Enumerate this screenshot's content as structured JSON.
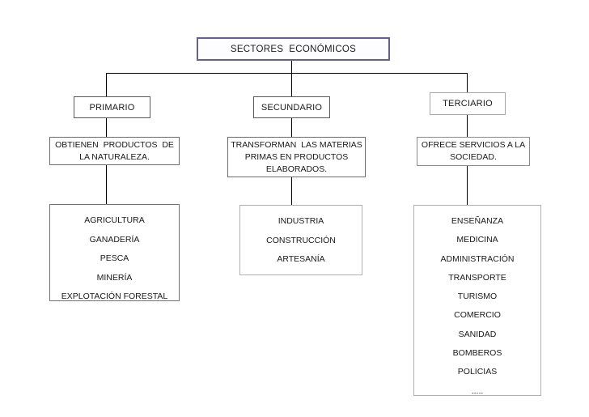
{
  "diagram": {
    "title": "SECTORES  ECONÓMICOS",
    "accent_color": "#6a5f8c",
    "line_color": "#000000",
    "box_border_color": "#8c8c8c",
    "background": "#ffffff",
    "sectors": [
      {
        "name": "PRIMARIO",
        "description_lines": [
          "OBTIENEN  PRODUCTOS  DE",
          "LA NATURALEZA."
        ],
        "items": [
          "AGRICULTURA",
          "GANADERÍA",
          "PESCA",
          "MINERÍA",
          "EXPLOTACIÓN FORESTAL"
        ]
      },
      {
        "name": "SECUNDARIO",
        "description_lines": [
          "TRANSFORMAN  LAS MATERIAS",
          "PRIMAS EN PRODUCTOS",
          "ELABORADOS."
        ],
        "items": [
          "INDUSTRIA",
          "CONSTRUCCIÓN",
          "ARTESANÍA"
        ]
      },
      {
        "name": "TERCIARIO",
        "description_lines": [
          "OFRECE SERVICIOS A LA",
          "SOCIEDAD."
        ],
        "items": [
          "ENSEÑANZA",
          "MEDICINA",
          "ADMINISTRACIÓN",
          "TRANSPORTE",
          "TURISMO",
          "COMERCIO",
          "SANIDAD",
          "BOMBEROS",
          "POLICIAS",
          "....."
        ]
      }
    ]
  }
}
